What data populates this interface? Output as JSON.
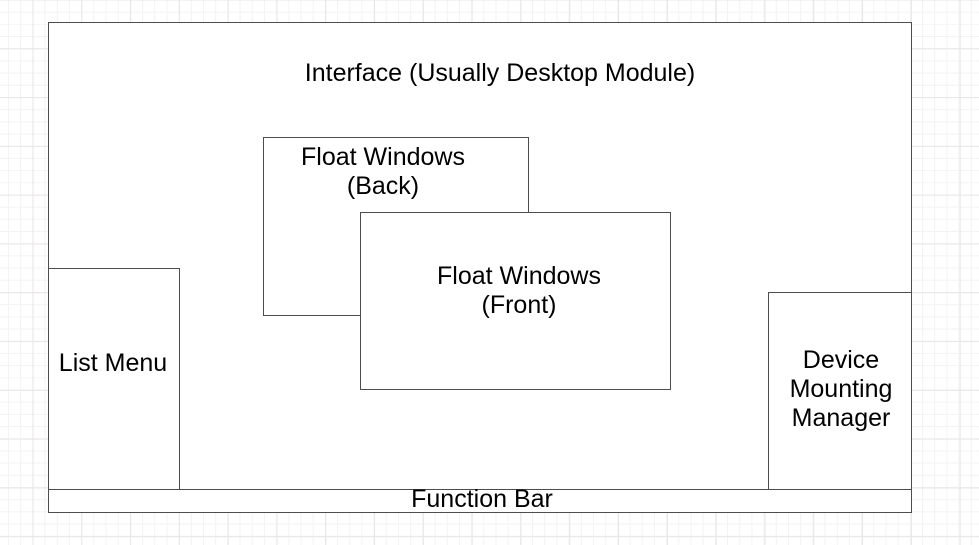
{
  "diagram": {
    "type": "ui-layout-block-diagram",
    "nodes": {
      "interface": {
        "label": "Interface (Usually Desktop Module)"
      },
      "float_back": {
        "label": "Float Windows\n(Back)"
      },
      "float_front": {
        "label": "Float Windows\n(Front)"
      },
      "list_menu": {
        "label": "List Menu"
      },
      "device_mounting_manager": {
        "label": "Device\nMounting\nManager"
      },
      "function_bar": {
        "label": "Function Bar"
      }
    },
    "colors": {
      "canvas": "#ffffff",
      "grid_minor": "#f4f2f2",
      "grid_major": "#e8e5e6",
      "shape_fill": "#ffffff",
      "shape_stroke": "#4d4d4d",
      "text": "#000000"
    }
  }
}
